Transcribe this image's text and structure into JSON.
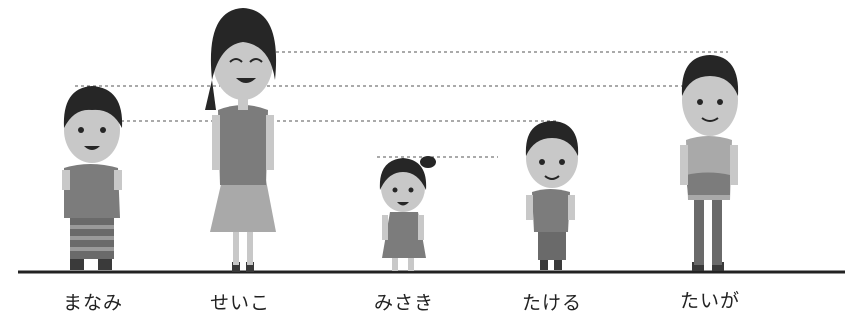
{
  "children": [
    {
      "name": "まなみ"
    },
    {
      "name": "せいこ"
    },
    {
      "name": "みさき"
    },
    {
      "name": "たける"
    },
    {
      "name": "たいが"
    }
  ],
  "colors": {
    "ground": "#222222",
    "hair": "#262626",
    "skin": "#c8c8c8",
    "shirt_dark": "#7c7c7c",
    "shirt_light": "#a9a9a9",
    "pants": "#6a6a6a",
    "guide": "#555555"
  }
}
